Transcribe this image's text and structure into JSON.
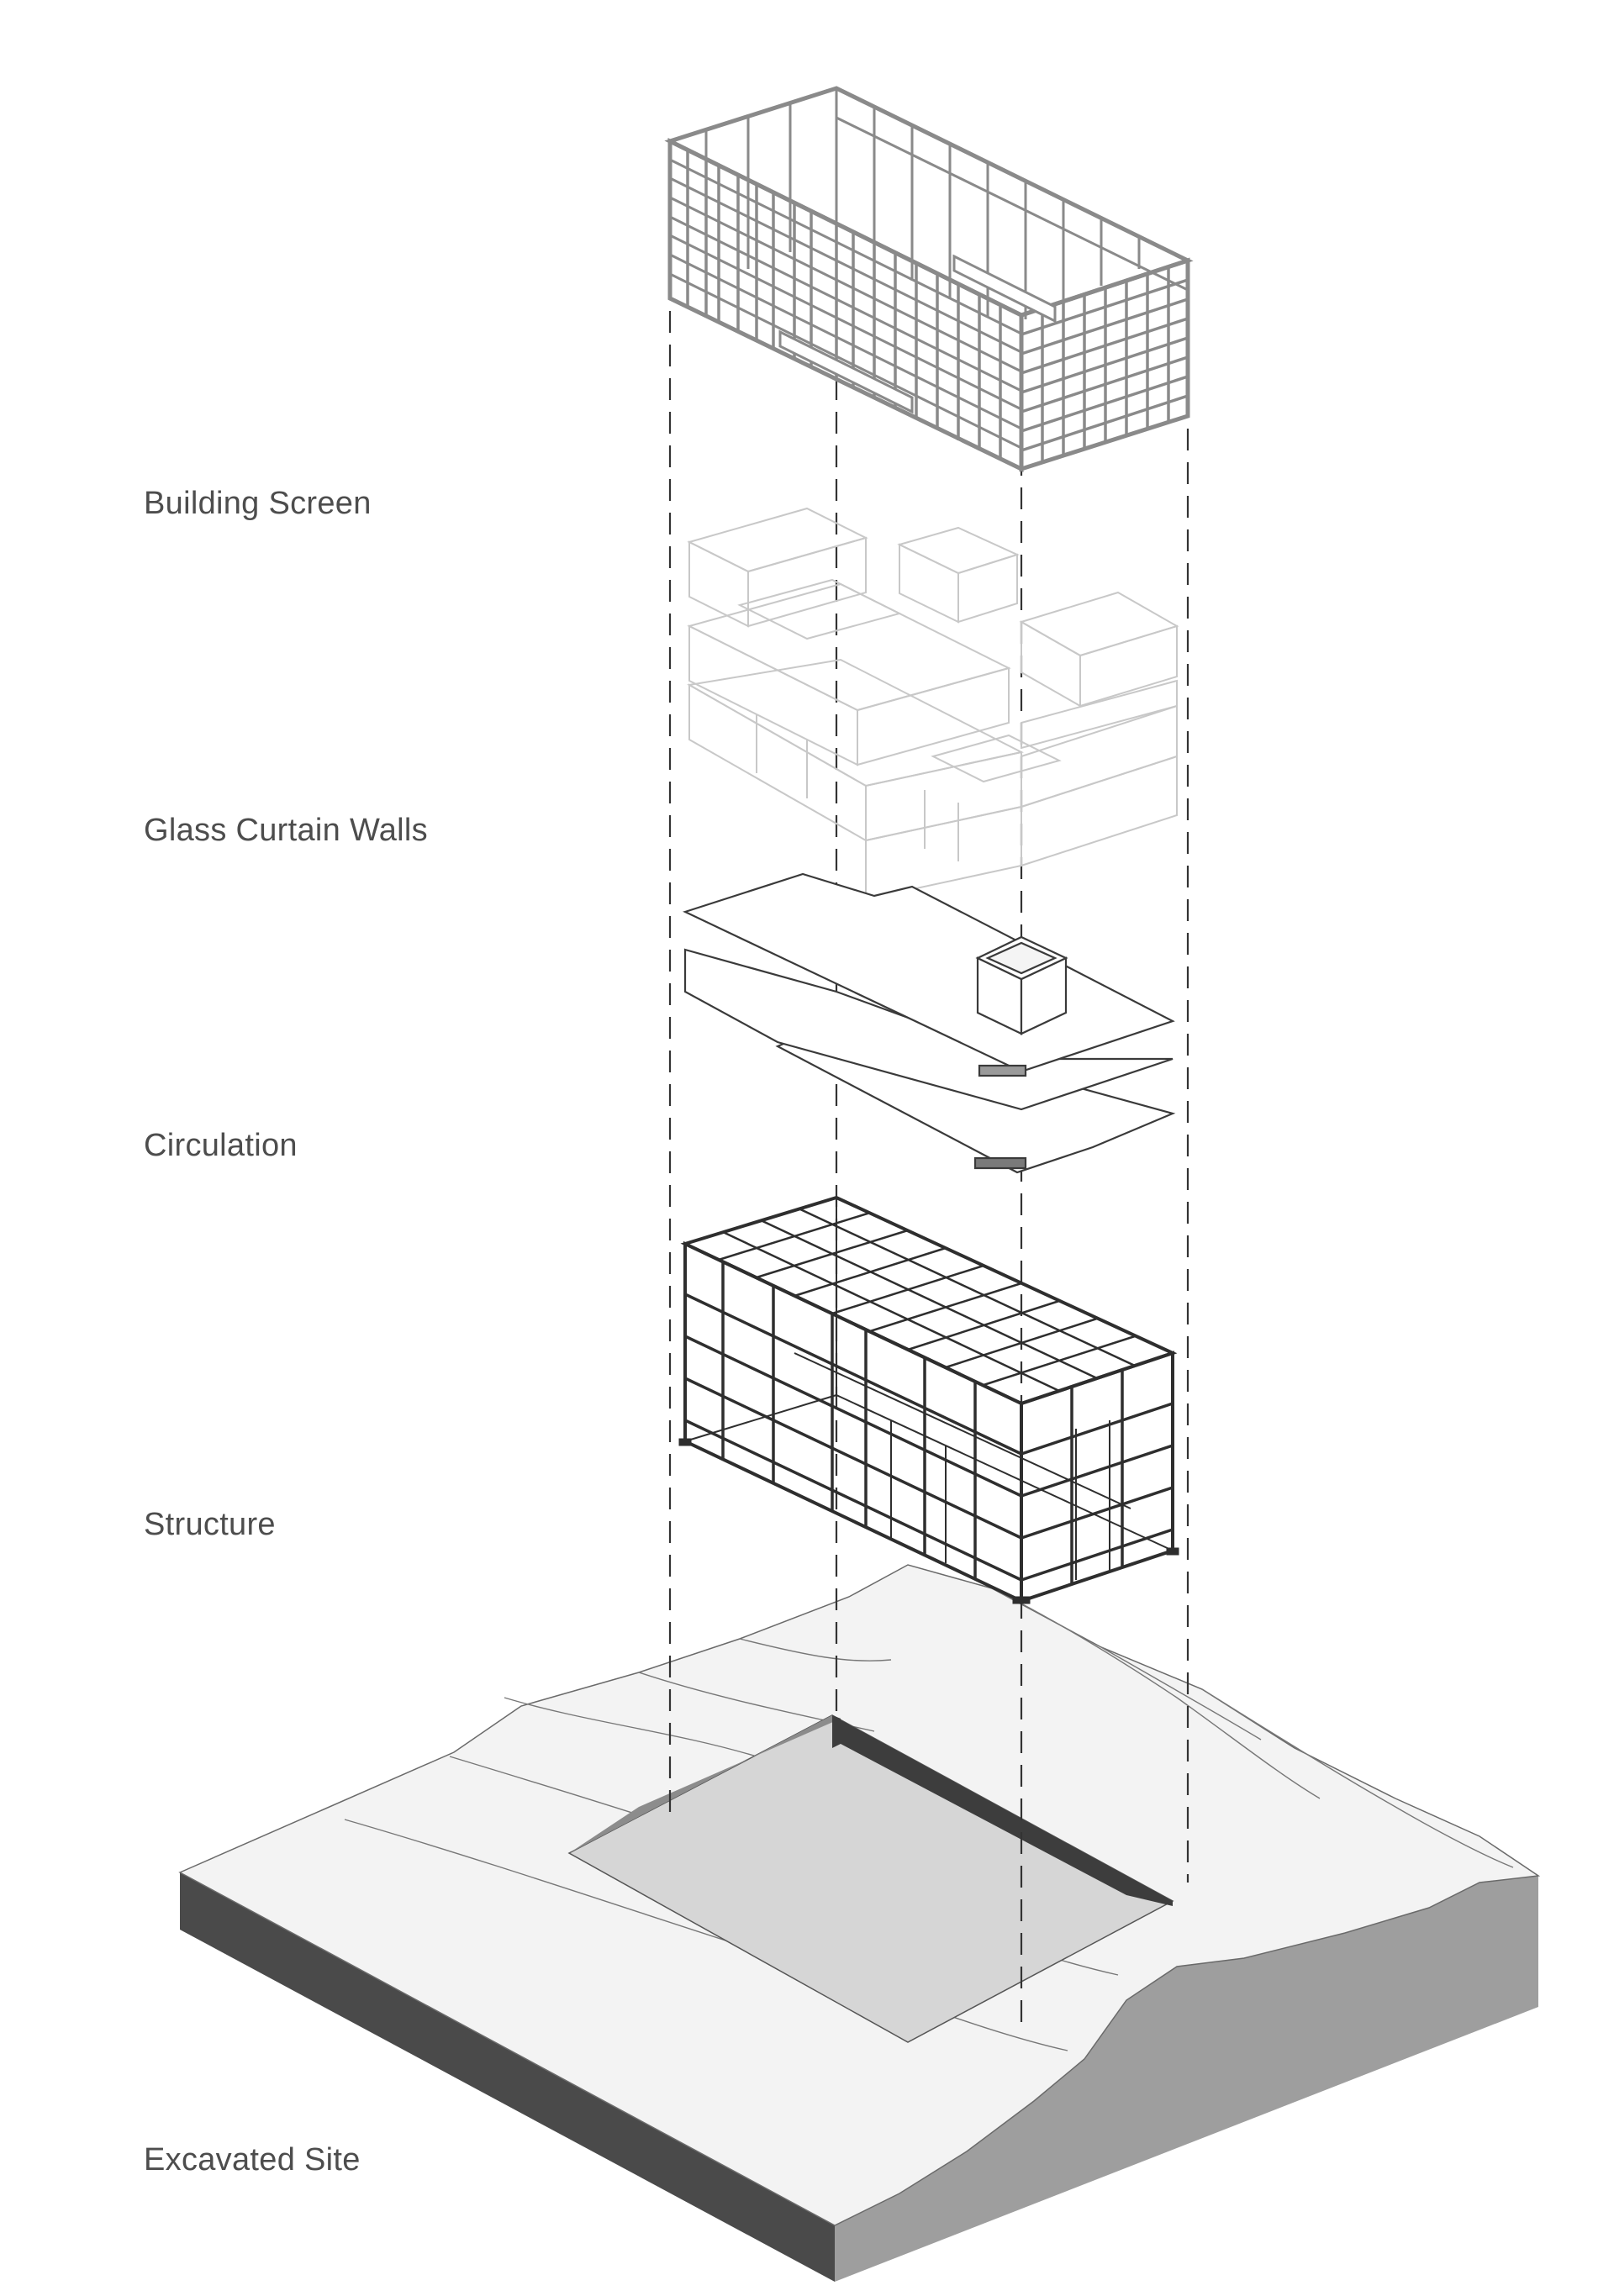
{
  "layers": [
    {
      "id": "screen",
      "label": "Building Screen"
    },
    {
      "id": "glass",
      "label": "Glass Curtain Walls"
    },
    {
      "id": "circulation",
      "label": "Circulation"
    },
    {
      "id": "structure",
      "label": "Structure"
    },
    {
      "id": "site",
      "label": "Excavated Site"
    }
  ],
  "colors": {
    "screen_line": "#8a8a8a",
    "glass_line": "#c8c8c8",
    "circulation_line": "#3a3a3a",
    "structure_line": "#2e2e2e",
    "site_top": "#f3f3f3",
    "site_front": "#4a4a4a",
    "site_side": "#9e9e9e",
    "pit_floor": "#d6d6d6",
    "pit_wall_dark": "#3d3d3d",
    "pit_wall_light": "#8c8c8c",
    "dashed_guide": "#333333",
    "label_text": "#4d4d4d"
  }
}
